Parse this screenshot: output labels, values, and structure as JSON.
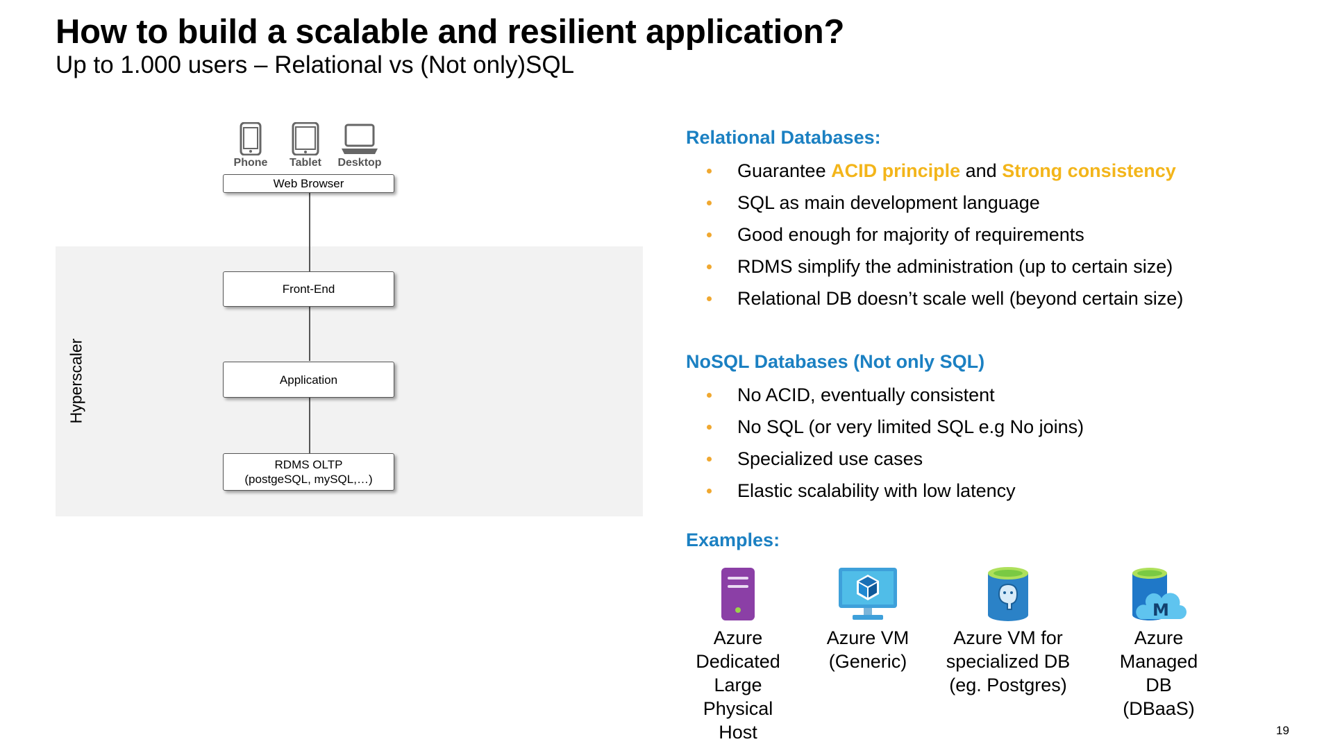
{
  "slide": {
    "title": "How to build a scalable and resilient application?",
    "subtitle": "Up to 1.000 users – Relational vs (Not only)SQL",
    "page_number": "19"
  },
  "diagram": {
    "devices": [
      {
        "label": "Phone",
        "icon": "phone-icon"
      },
      {
        "label": "Tablet",
        "icon": "tablet-icon"
      },
      {
        "label": "Desktop",
        "icon": "laptop-icon"
      }
    ],
    "web_browser": "Web Browser",
    "hyperscaler_label": "Hyperscaler",
    "front_end": "Front-End",
    "application": "Application",
    "rdms_line1": "RDMS OLTP",
    "rdms_line2": "(postgeSQL, mySQL,…)"
  },
  "relational": {
    "heading": "Relational Databases:",
    "b1_pre": "Guarantee ",
    "b1_hl1": "ACID principle",
    "b1_mid": " and ",
    "b1_hl2": "Strong consistency",
    "items": [
      "SQL as main development language",
      "Good enough for majority of requirements",
      "RDMS simplify the administration (up to certain size)",
      "Relational DB doesn’t scale well (beyond certain size)"
    ]
  },
  "nosql": {
    "heading": "NoSQL Databases (Not only SQL)",
    "items": [
      "No ACID, eventually consistent",
      "No SQL (or very limited SQL e.g No joins)",
      "Specialized use cases",
      "Elastic scalability with low latency"
    ]
  },
  "examples": {
    "heading": "Examples:",
    "items": [
      {
        "icon": "dedicated-host-icon",
        "lines": [
          "Azure",
          "Dedicated",
          "Large",
          "Physical",
          "Host"
        ]
      },
      {
        "icon": "virtual-machine-icon",
        "lines": [
          "Azure VM",
          "(Generic)"
        ]
      },
      {
        "icon": "postgres-database-icon",
        "lines": [
          "Azure VM for",
          "specialized DB",
          "(eg. Postgres)"
        ]
      },
      {
        "icon": "managed-database-icon",
        "lines": [
          "Azure",
          "Managed",
          "DB",
          "(DBaaS)"
        ]
      }
    ]
  },
  "colors": {
    "heading_blue": "#1b80c2",
    "highlight_yellow": "#f3b51a",
    "bullet_orange": "#f0a830",
    "hyperscaler_bg": "#f2f2f2"
  }
}
